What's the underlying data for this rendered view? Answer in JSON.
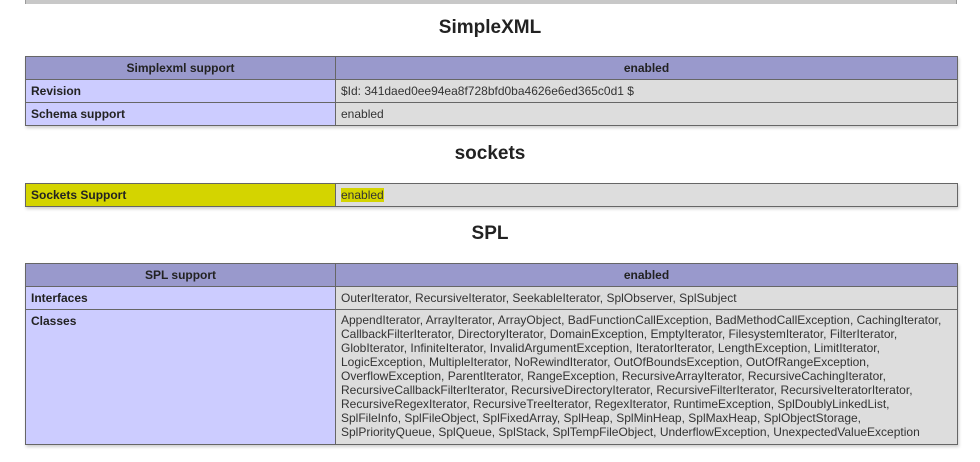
{
  "simplexml": {
    "title": "SimpleXML",
    "header": {
      "col1": "Simplexml support",
      "col2": "enabled"
    },
    "rows": [
      {
        "name": "Revision",
        "value": "$Id: 341daed0ee94ea8f728bfd0ba4626e6ed365c0d1 $"
      },
      {
        "name": "Schema support",
        "value": "enabled"
      }
    ]
  },
  "sockets": {
    "title": "sockets",
    "rows": [
      {
        "name": "Sockets Support",
        "value": "enabled"
      }
    ],
    "highlight_color": "#d4d400"
  },
  "spl": {
    "title": "SPL",
    "header": {
      "col1": "SPL support",
      "col2": "enabled"
    },
    "rows": [
      {
        "name": "Interfaces",
        "value": "OuterIterator, RecursiveIterator, SeekableIterator, SplObserver, SplSubject"
      },
      {
        "name": "Classes",
        "value": "AppendIterator, ArrayIterator, ArrayObject, BadFunctionCallException, BadMethodCallException, CachingIterator, CallbackFilterIterator, DirectoryIterator, DomainException, EmptyIterator, FilesystemIterator, FilterIterator, GlobIterator, InfiniteIterator, InvalidArgumentException, IteratorIterator, LengthException, LimitIterator, LogicException, MultipleIterator, NoRewindIterator, OutOfBoundsException, OutOfRangeException, OverflowException, ParentIterator, RangeException, RecursiveArrayIterator, RecursiveCachingIterator, RecursiveCallbackFilterIterator, RecursiveDirectoryIterator, RecursiveFilterIterator, RecursiveIteratorIterator, RecursiveRegexIterator, RecursiveTreeIterator, RegexIterator, RuntimeException, SplDoublyLinkedList, SplFileInfo, SplFileObject, SplFixedArray, SplHeap, SplMinHeap, SplMaxHeap, SplObjectStorage, SplPriorityQueue, SplQueue, SplStack, SplTempFileObject, UnderflowException, UnexpectedValueException"
      }
    ]
  },
  "colors": {
    "header_bg": "#9999cc",
    "key_bg": "#ccccff",
    "value_bg": "#dddddd"
  }
}
